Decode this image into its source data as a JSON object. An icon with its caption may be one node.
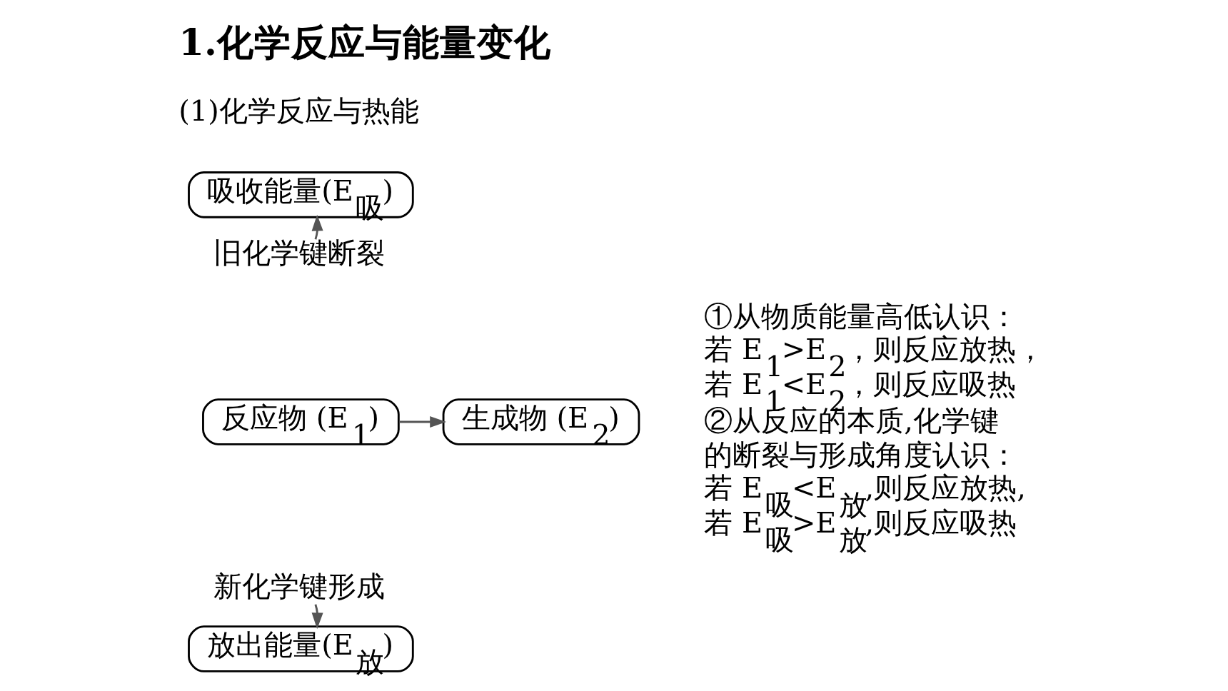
{
  "diagram": {
    "title": "1.化学反应与能量变化",
    "nodes": [
      {
        "text": [
          "吸收能量(E$_{吸}$)"
        ]
      },
      {
        "text": [
          "反应物 (E$_{1}$)"
        ]
      },
      {
        "text": [
          "生成物 (E$_{2}$)"
        ]
      },
      {
        "text": [
          "放出能量(E$_{放}$)"
        ]
      },
      {
        "text": [
          "旧化学键断裂"
        ]
      },
      {
        "text": [
          "新化学键形成"
        ]
      }
    ],
    "edges": [
      {
        "from": 1,
        "to": 2,
        "arrow": "to"
      },
      {
        "from": 4,
        "to": 0,
        "arrow": "to"
      },
      {
        "from": 5,
        "to": 3,
        "arrow": "to"
      }
    ],
    "labels": [
      "(1)化学反应与热能",
      "①从物质能量高低认识：",
      "若 E$_{1}$>E$_{2}$，则反应放热，",
      "若 E$_{1}$<E$_{2}$，则反应吸热",
      "②从反应的本质,化学键",
      "的断裂与形成角度认识：",
      "若 E$_{吸}$<E$_{放}$,则反应放热,",
      "若 E$_{吸}$>E$_{放}$,则反应吸热"
    ]
  }
}
